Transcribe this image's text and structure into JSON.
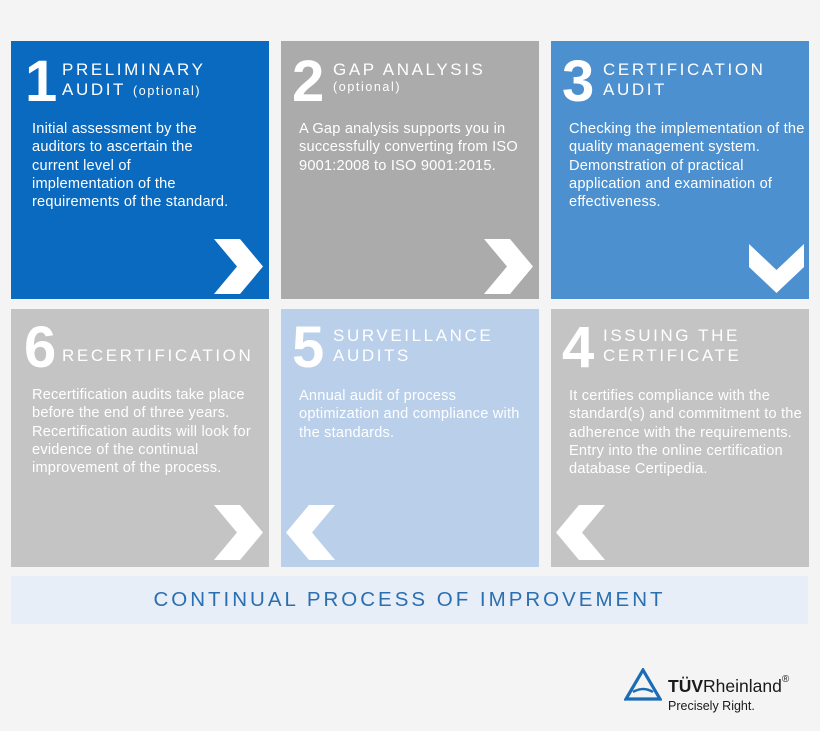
{
  "colors": {
    "background": "#f4f4f4",
    "step1": "#0a6abf",
    "step2": "#ababab",
    "step3": "#4c90cf",
    "step4": "#c4c4c4",
    "step5": "#b9cfea",
    "step6": "#c4c4c4",
    "banner_bg": "#e7eef8",
    "banner_text": "#2a6fb0",
    "logo_blue": "#1a6cb4"
  },
  "steps": [
    {
      "number": "1",
      "title_line1": "PRELIMINARY",
      "title_line2": "AUDIT",
      "note": "(optional)",
      "description": "Initial assessment by the auditors to ascertain the current level of implementation of the requirements of the standard.",
      "arrow": "chevron-right"
    },
    {
      "number": "2",
      "title_line1": "GAP ANALYSIS",
      "title_line2": "",
      "note": "(optional)",
      "description": "A Gap analysis supports you in successfully converting from ISO 9001:2008 to ISO 9001:2015.",
      "arrow": "chevron-right"
    },
    {
      "number": "3",
      "title_line1": "CERTIFICATION",
      "title_line2": "AUDIT",
      "note": "",
      "description": "Checking the implementation of the quality management system. Demonstration of practical application and examination of effectiveness.",
      "arrow": "chevron-down"
    },
    {
      "number": "4",
      "title_line1": "ISSUING THE",
      "title_line2": "CERTIFICATE",
      "note": "",
      "description": "It certifies compliance with the standard(s) and commitment to the adherence with the requirements. Entry into the online certification database Certipedia.",
      "arrow": "chevron-left"
    },
    {
      "number": "5",
      "title_line1": "SURVEILLANCE",
      "title_line2": "AUDITS",
      "note": "",
      "description": "Annual audit of process optimization and compliance with the standards.",
      "arrow": "chevron-left"
    },
    {
      "number": "6",
      "title_line1": "RECERTIFICATION",
      "title_line2": "",
      "note": "",
      "description": "Recertification audits take place before the end of three years. Recertification audits will look for evidence of the continual improvement of the process.",
      "arrow": "chevron-right"
    }
  ],
  "banner": {
    "text": "CONTINUAL PROCESS OF IMPROVEMENT"
  },
  "logo": {
    "brand_bold": "TÜV",
    "brand_regular": "Rheinland",
    "registered": "®",
    "tagline": "Precisely Right."
  }
}
